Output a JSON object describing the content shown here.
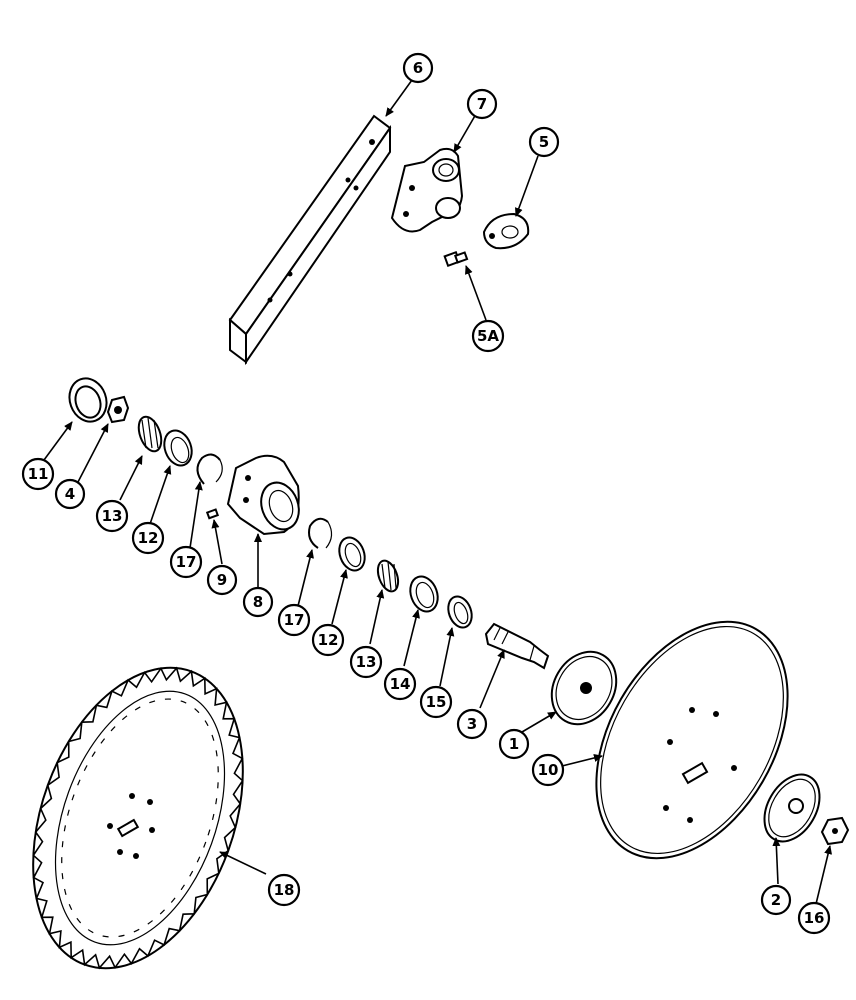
{
  "callouts": {
    "c6": "6",
    "c7": "7",
    "c5": "5",
    "c5a": "5A",
    "c11": "11",
    "c4": "4",
    "c13a": "13",
    "c12a": "12",
    "c17a": "17",
    "c9": "9",
    "c8": "8",
    "c17b": "17",
    "c12b": "12",
    "c13b": "13",
    "c14": "14",
    "c15": "15",
    "c3": "3",
    "c1": "1",
    "c10": "10",
    "c2": "2",
    "c16": "16",
    "c18": "18"
  }
}
